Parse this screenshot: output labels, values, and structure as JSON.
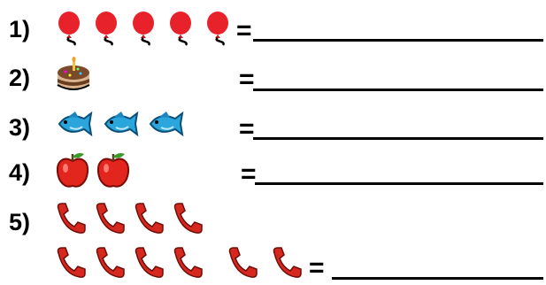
{
  "items": [
    {
      "label": "1)",
      "icon": "balloon-icon",
      "count": 5
    },
    {
      "label": "2)",
      "icon": "cake-icon",
      "count": 1
    },
    {
      "label": "3)",
      "icon": "fish-icon",
      "count": 3
    },
    {
      "label": "4)",
      "icon": "apple-icon",
      "count": 2
    },
    {
      "label": "5)",
      "icon": "telephone-icon",
      "count": 10
    }
  ],
  "equals": "=",
  "colors": {
    "balloon": "#e8222a",
    "cake": "#7a4a2b",
    "fish": "#2aa6dd",
    "apple": "#e2261d",
    "telephone": "#d6281e"
  }
}
